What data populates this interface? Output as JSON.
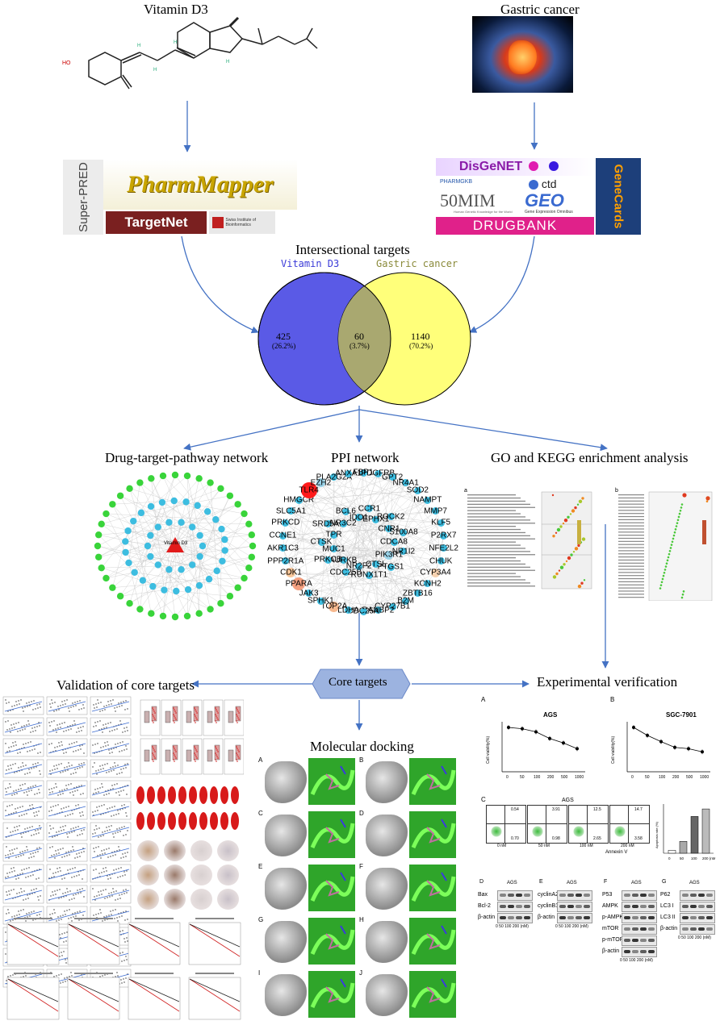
{
  "top": {
    "vitamin_title": "Vitamin D3",
    "cancer_title": "Gastric cancer"
  },
  "drug_dbs": {
    "superpred": "Super-PRED",
    "pharmmapper": "PharmMapper",
    "targetnet": "TargetNet",
    "sib": "Swiss Institute of Bioinformatics"
  },
  "disease_dbs": {
    "disgenet": "DisGeNET",
    "pharmgkb": "PHARMGKB",
    "ctd": "ctd",
    "omim": "50MIM",
    "omim_sub": "Human Genetic Knowledge for the World",
    "geo": "GEO",
    "geo_sub": "Gene Expression Omnibus",
    "drugbank": "DRUGBANK",
    "genecards": "GeneCards"
  },
  "venn": {
    "title": "Intersectional targets",
    "left_label": "Vitamin D3",
    "right_label": "Gastric cancer",
    "left_count": "425",
    "left_pct": "(26.2%)",
    "mid_count": "60",
    "mid_pct": "(3.7%)",
    "right_count": "1140",
    "right_pct": "(70.2%)",
    "left_color": "#5a5ae6",
    "right_color": "#ffff7a",
    "overlap_color": "#a9a870"
  },
  "sections": {
    "drug_network": "Drug-target-pathway network",
    "ppi": "PPI network",
    "go_kegg": "GO and KEGG enrichment analysis",
    "validation": "Validation of core targets",
    "core": "Core targets",
    "experimental": "Experimental verification",
    "docking": "Molecular docking"
  },
  "network": {
    "center_label": "Vitamin D3"
  },
  "ppi_nodes": [
    {
      "name": "FBP1"
    },
    {
      "name": "PDGFRB"
    },
    {
      "name": "GPT2"
    },
    {
      "name": "NR4A1"
    },
    {
      "name": "SOD2"
    },
    {
      "name": "NAMPT"
    },
    {
      "name": "MMP7"
    },
    {
      "name": "KLF5"
    },
    {
      "name": "P2RX7"
    },
    {
      "name": "NFE2L2"
    },
    {
      "name": "CHUK"
    },
    {
      "name": "CYP3A4"
    },
    {
      "name": "KCNH2"
    },
    {
      "name": "ZBTB16"
    },
    {
      "name": "B2M"
    },
    {
      "name": "CYP27B1"
    },
    {
      "name": "RANBP2"
    },
    {
      "name": "CDC25A"
    },
    {
      "name": "LDHA"
    },
    {
      "name": "TOP2A"
    },
    {
      "name": "SPHK1"
    },
    {
      "name": "JAK3"
    },
    {
      "name": "PPARA"
    },
    {
      "name": "CDK1"
    },
    {
      "name": "PPP2R1A"
    },
    {
      "name": "AKR1C3"
    },
    {
      "name": "CCNE1"
    },
    {
      "name": "PRKCD"
    },
    {
      "name": "SLC5A1"
    },
    {
      "name": "HMGCR"
    },
    {
      "name": "TLR4"
    },
    {
      "name": "EZH2"
    },
    {
      "name": "PLA2G2A"
    },
    {
      "name": "ANXA1"
    },
    {
      "name": "CDCA8"
    },
    {
      "name": "NR1I2"
    },
    {
      "name": "PIK3R1"
    },
    {
      "name": "PTGS1"
    },
    {
      "name": "CTSL"
    },
    {
      "name": "RUNX1T1"
    },
    {
      "name": "NR2F2"
    },
    {
      "name": "CDC25B"
    },
    {
      "name": "AURKB"
    },
    {
      "name": "PRKCB"
    },
    {
      "name": "MUC1"
    },
    {
      "name": "CTSK"
    },
    {
      "name": "TPR"
    },
    {
      "name": "SRD5A1"
    },
    {
      "name": "NR3C2"
    },
    {
      "name": "BCL6"
    },
    {
      "name": "IDO1"
    },
    {
      "name": "CCR1"
    },
    {
      "name": "EPHX1"
    },
    {
      "name": "ROCK2"
    },
    {
      "name": "CNR1"
    },
    {
      "name": "S100A8"
    }
  ],
  "experiment": {
    "A_label": "A",
    "A_title": "AGS",
    "B_label": "B",
    "B_title": "SGC-7901",
    "ylabel": "Cell viability(%)",
    "x_ticks": [
      "0",
      "50",
      "100",
      "200",
      "500",
      "1000"
    ],
    "C_label": "C",
    "C_title": "AGS",
    "flow_labels": [
      "0 nM",
      "50 nM",
      "100 nM",
      "200 nM"
    ],
    "flow_q2": [
      "0.54",
      "3.91",
      "12.5",
      "14.7"
    ],
    "flow_q4": [
      "0.70",
      "0.98",
      "2.65",
      "3.58"
    ],
    "annexin": "Annexin V",
    "apop_ylabel": "Apoptosis rate (%)",
    "apop_x": [
      "0",
      "50",
      "100",
      "200 (nM)"
    ],
    "apop_values": [
      1.2,
      4.9,
      15.2,
      18.3
    ],
    "D_label": "D",
    "D_title": "AGS",
    "D_rows": [
      "Bax",
      "Bcl-2",
      "β-actin"
    ],
    "E_label": "E",
    "E_title": "AGS",
    "E_rows": [
      "cyclinA2",
      "cyclinB1",
      "β-actin"
    ],
    "F_label": "F",
    "F_title": "AGS",
    "F_rows": [
      "P53",
      "AMPK",
      "p-AMPK",
      "mTOR",
      "p-mTOR",
      "β-actin"
    ],
    "G_label": "G",
    "G_title": "AGS",
    "G_rows": [
      "P62",
      "LC3 I",
      "LC3 II",
      "β-actin"
    ],
    "wb_x": "0  50  100  200 (nM)"
  },
  "docking": {
    "labels": [
      "A",
      "B",
      "C",
      "D",
      "E",
      "F",
      "G",
      "H",
      "I",
      "J"
    ]
  }
}
